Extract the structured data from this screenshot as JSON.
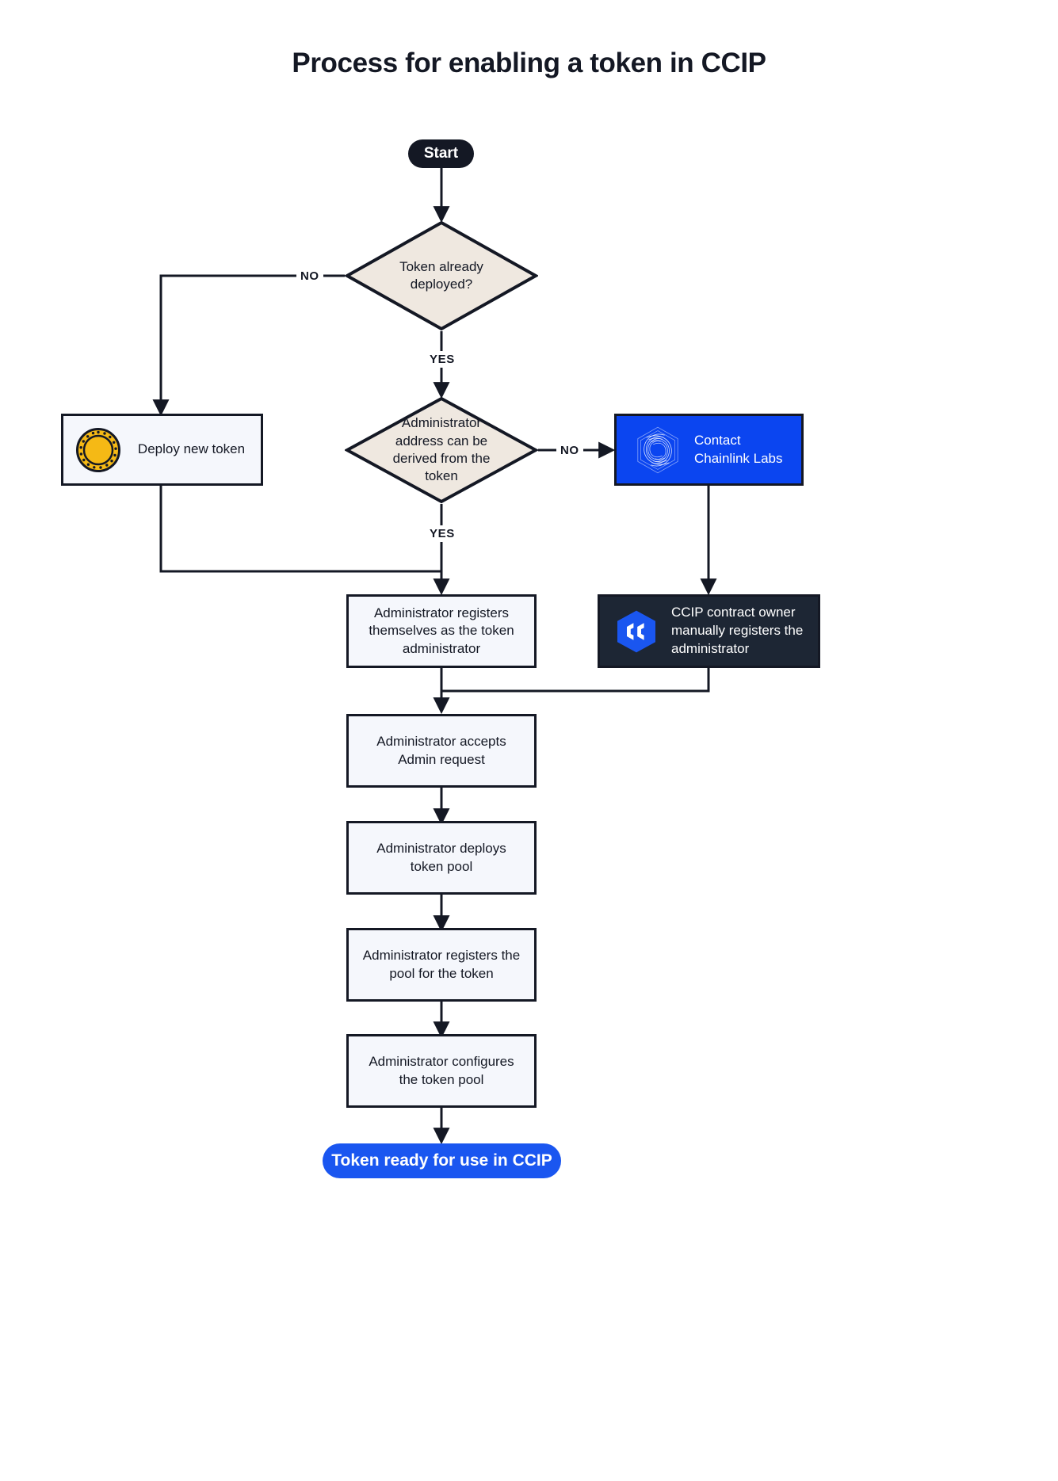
{
  "page": {
    "title": "Process for enabling a token in CCIP",
    "background": "#ffffff"
  },
  "colors": {
    "ink": "#141824",
    "decision_fill": "#EFE8E0",
    "box_fill": "#F5F7FC",
    "chainlink_blue": "#0b45f0",
    "ccip_dark": "#1d2634",
    "end_blue": "#1a56f0",
    "coin_gold": "#F5B915"
  },
  "nodes": {
    "start": {
      "label": "Start",
      "shape": "pill",
      "type": "terminator"
    },
    "decision_token_deployed": {
      "label": "Token already deployed?",
      "shape": "diamond",
      "type": "decision"
    },
    "deploy_new_token": {
      "label": "Deploy new token",
      "shape": "rect",
      "type": "process",
      "icon": "coin-icon"
    },
    "decision_admin_derived": {
      "label": "Administrator address can be derived from the token",
      "shape": "diamond",
      "type": "decision"
    },
    "contact_chainlink_labs": {
      "label": "Contact Chainlink Labs",
      "shape": "rect",
      "type": "process",
      "icon": "chainlink-logo-icon"
    },
    "admin_registers_self": {
      "label": "Administrator registers themselves as the token administrator",
      "shape": "rect",
      "type": "process"
    },
    "ccip_owner_registers": {
      "label": "CCIP contract owner manually registers the administrator",
      "shape": "rect",
      "type": "process",
      "icon": "ccip-logo-icon"
    },
    "admin_accepts_request": {
      "label": "Administrator accepts Admin request",
      "shape": "rect",
      "type": "process"
    },
    "admin_deploys_pool": {
      "label": "Administrator deploys token pool",
      "shape": "rect",
      "type": "process"
    },
    "admin_registers_pool": {
      "label": "Administrator registers the pool for the token",
      "shape": "rect",
      "type": "process"
    },
    "admin_configures_pool": {
      "label": "Administrator configures the token pool",
      "shape": "rect",
      "type": "process"
    },
    "end": {
      "label": "Token ready for use in CCIP",
      "shape": "pill",
      "type": "terminator"
    }
  },
  "edge_labels": {
    "no_token_deployed": "NO",
    "yes_token_deployed": "YES",
    "no_admin_derived": "NO",
    "yes_admin_derived": "YES"
  }
}
